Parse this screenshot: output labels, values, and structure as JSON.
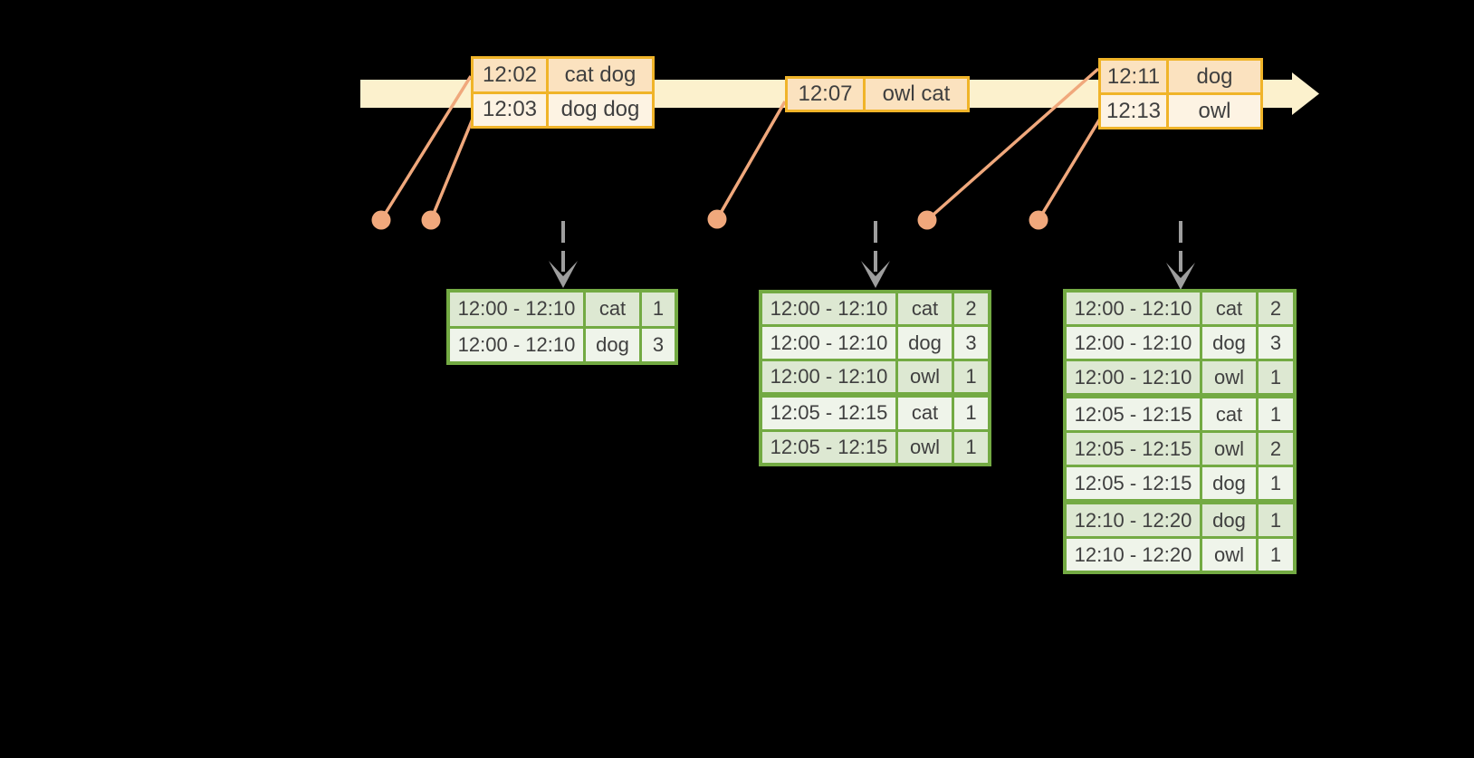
{
  "colors": {
    "background": "#000000",
    "timeline_fill": "#fcf1cd",
    "event_box_border": "#f0b429",
    "event_row_dark": "#fbe2bf",
    "event_row_light": "#fdf3e3",
    "connector_salmon": "#f0a87c",
    "trigger_arrow_gray": "#9e9e9e",
    "table_border_green": "#73aa43",
    "table_row_dark": "#dde8d2",
    "table_row_light": "#eff4ea",
    "text": "#3f3f3f"
  },
  "event_boxes": [
    {
      "rows": [
        {
          "time": "12:02",
          "words": "cat dog"
        },
        {
          "time": "12:03",
          "words": "dog dog"
        }
      ]
    },
    {
      "rows": [
        {
          "time": "12:07",
          "words": "owl cat"
        }
      ]
    },
    {
      "rows": [
        {
          "time": "12:11",
          "words": "dog"
        },
        {
          "time": "12:13",
          "words": "owl"
        }
      ]
    }
  ],
  "result_tables": [
    {
      "rows": [
        {
          "window": "12:00 - 12:10",
          "word": "cat",
          "count": "1"
        },
        {
          "window": "12:00 - 12:10",
          "word": "dog",
          "count": "3"
        }
      ]
    },
    {
      "rows": [
        {
          "window": "12:00 - 12:10",
          "word": "cat",
          "count": "2"
        },
        {
          "window": "12:00 - 12:10",
          "word": "dog",
          "count": "3"
        },
        {
          "window": "12:00 - 12:10",
          "word": "owl",
          "count": "1"
        },
        {
          "window": "12:05 - 12:15",
          "word": "cat",
          "count": "1"
        },
        {
          "window": "12:05 - 12:15",
          "word": "owl",
          "count": "1"
        }
      ]
    },
    {
      "rows": [
        {
          "window": "12:00 - 12:10",
          "word": "cat",
          "count": "2"
        },
        {
          "window": "12:00 - 12:10",
          "word": "dog",
          "count": "3"
        },
        {
          "window": "12:00 - 12:10",
          "word": "owl",
          "count": "1"
        },
        {
          "window": "12:05 - 12:15",
          "word": "cat",
          "count": "1"
        },
        {
          "window": "12:05 - 12:15",
          "word": "owl",
          "count": "2"
        },
        {
          "window": "12:05 - 12:15",
          "word": "dog",
          "count": "1"
        },
        {
          "window": "12:10 - 12:20",
          "word": "dog",
          "count": "1"
        },
        {
          "window": "12:10 - 12:20",
          "word": "owl",
          "count": "1"
        }
      ]
    }
  ]
}
